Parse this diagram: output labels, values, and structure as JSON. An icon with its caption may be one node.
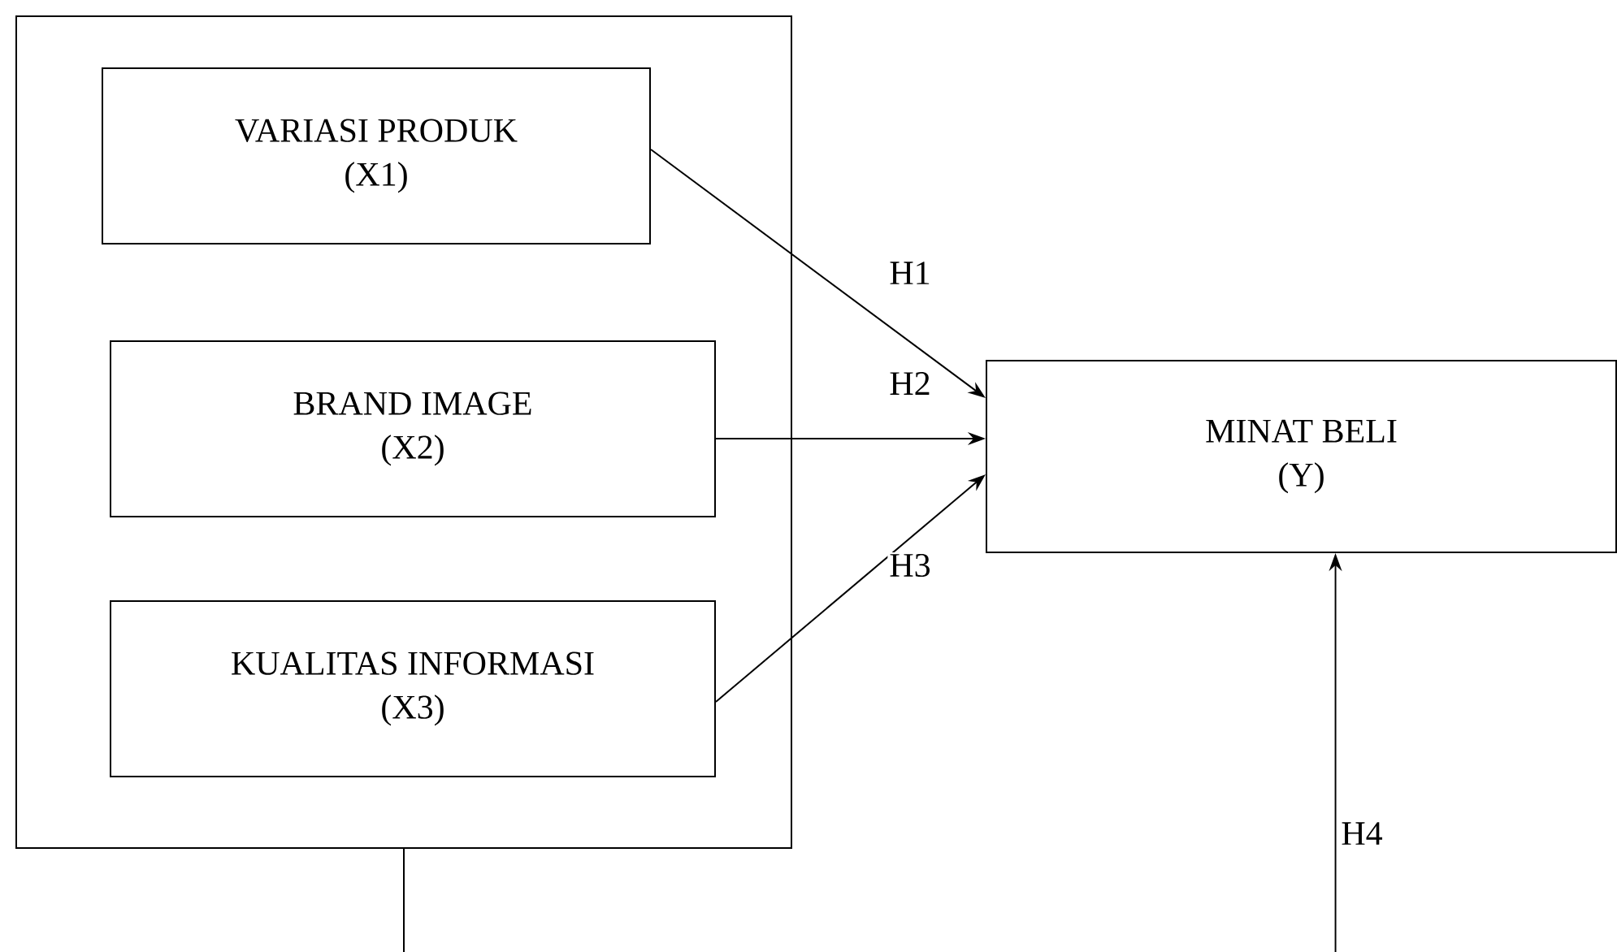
{
  "diagram": {
    "nodes": [
      {
        "text": [],
        "shape": "box"
      },
      {
        "text": [
          "VARIASI PRODUK",
          "(X1)"
        ],
        "in": 0
      },
      {
        "text": [
          "BRAND IMAGE",
          "(X2)"
        ],
        "in": 0
      },
      {
        "text": [
          "KUALITAS INFORMASI",
          "(X3)"
        ],
        "in": 0
      },
      {
        "text": [
          "MINAT BELI",
          "(Y)"
        ]
      }
    ],
    "edges": [
      {
        "from": 1,
        "to": 4,
        "arrow": "to",
        "label": "H1"
      },
      {
        "from": 2,
        "to": 4,
        "arrow": "to",
        "label": "H2"
      },
      {
        "from": 3,
        "to": 4,
        "arrow": "to",
        "label": "H3"
      },
      {
        "from": 0,
        "to": null,
        "arrow": "none"
      },
      {
        "from": null,
        "to": 4,
        "arrow": "to",
        "label": "H4"
      }
    ]
  }
}
